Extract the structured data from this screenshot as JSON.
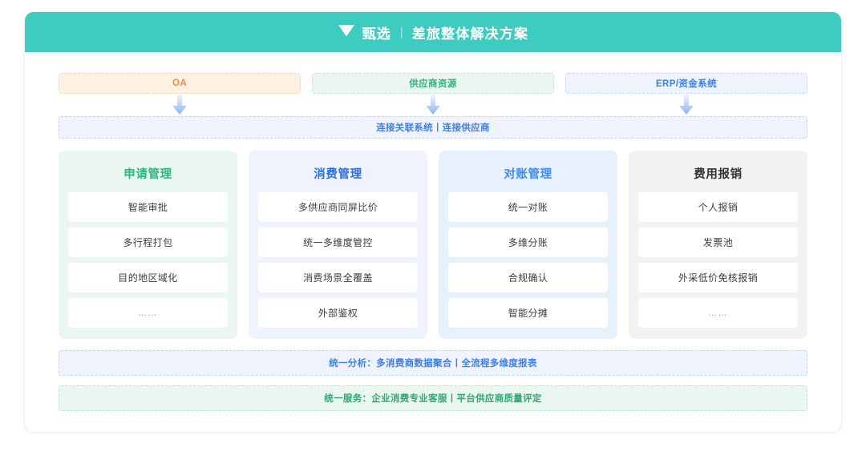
{
  "header": {
    "logo_icon": "check-v-logo",
    "brand": "甄选",
    "separator": "|",
    "title": "差旅整体解决方案",
    "background_color": "#3ECBC0"
  },
  "sources": [
    {
      "label": "OA",
      "color": "#EF8B3C",
      "background": "#FDF1E3",
      "border": "#F3D6B4"
    },
    {
      "label": "供应商资源",
      "color": "#34B37A",
      "background": "#EAF7F0",
      "border": "#BFE5D2"
    },
    {
      "label": "ERP/资金系统",
      "color": "#3E7FE0",
      "background": "#EEF3FD",
      "border": "#C7D8F5"
    }
  ],
  "arrows": [
    {
      "icon": "arrow-down-icon"
    },
    {
      "icon": "arrow-down-icon"
    },
    {
      "icon": "arrow-down-icon"
    }
  ],
  "connector": {
    "label": "连接关联系统丨连接供应商",
    "color": "#3E7FE0",
    "background": "#EFF3FD"
  },
  "columns": [
    {
      "title": "申请管理",
      "title_color": "#2DB67C",
      "background": "#EAF6F0",
      "items": [
        "智能审批",
        "多行程打包",
        "目的地区域化",
        "……"
      ]
    },
    {
      "title": "消费管理",
      "title_color": "#2F6FDB",
      "background": "#EEF3FD",
      "items": [
        "多供应商同屏比价",
        "统一多维度管控",
        "消费场景全覆盖",
        "外部鉴权"
      ]
    },
    {
      "title": "对账管理",
      "title_color": "#3E8BF0",
      "background": "#E7F0FD",
      "items": [
        "统一对账",
        "多维分账",
        "合规确认",
        "智能分摊"
      ]
    },
    {
      "title": "费用报销",
      "title_color": "#333333",
      "background": "#F2F2F2",
      "items": [
        "个人报销",
        "发票池",
        "外采低价免核报销",
        "……"
      ]
    }
  ],
  "footer_bars": [
    {
      "label": "统一分析：多消费商数据聚合丨全流程多维度报表",
      "color": "#3E7FE0",
      "background": "#EFF3FD"
    },
    {
      "label": "统一服务：企业消费专业客服丨平台供应商质量评定",
      "color": "#2FA873",
      "background": "#EAF6F0"
    }
  ]
}
